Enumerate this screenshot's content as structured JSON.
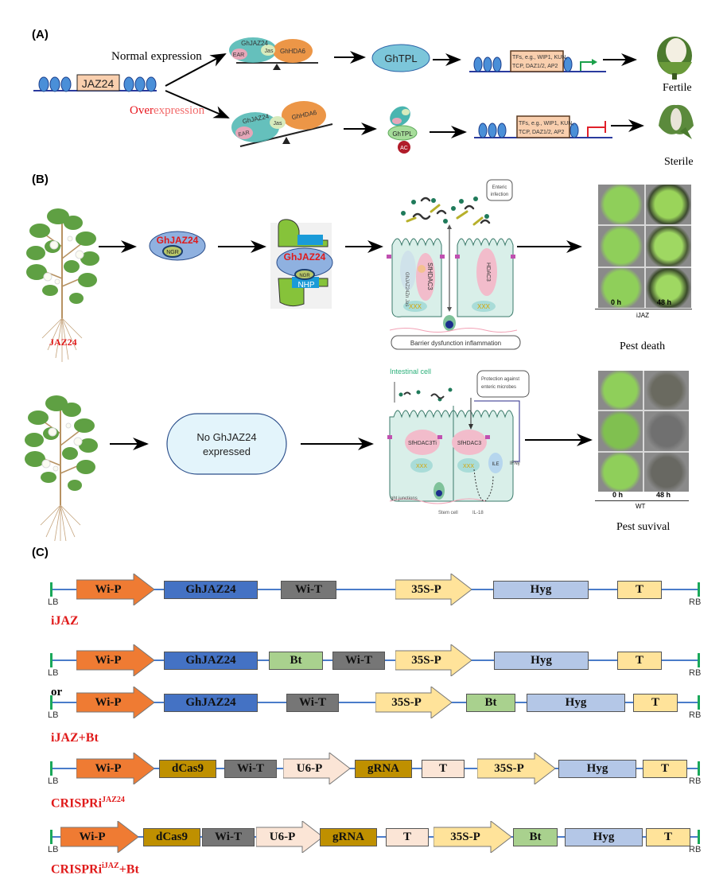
{
  "panels": {
    "A": {
      "label": "(A)",
      "gene_label": "JAZ24",
      "normal_path_label": "Normal expression",
      "over_path_prefix": "Over",
      "over_path_suffix": "expression",
      "complex_protein": "GhJAZ24",
      "complex_ear": "EAR",
      "complex_jas": "Jas",
      "complex_hda": "GhHDA6",
      "tpl_label": "GhTPL",
      "ac_label": "AC",
      "tf_box_line1": "TFs, e.g., WIP1, KUN,",
      "tf_box_line2": "TCP, DAZ1/2, AP2",
      "outcome_top": "Fertile",
      "outcome_bottom": "Sterile"
    },
    "B": {
      "label": "(B)",
      "plant_label": "JAZ24",
      "protein_label": "GhJAZ24",
      "ngr_label": "NGR",
      "nhp_label": "NHP",
      "enteric_infection": "Enteric infection",
      "cell_label_left": "GhJAZ24Zn Jas",
      "cell_label_sfhdac": "SfHDAC3",
      "cell_label_right": "HDAC3",
      "barrier_label": "Barrier dysfunction inflammation",
      "no_expression_line1": "No GhJAZ24",
      "no_expression_line2": "expressed",
      "intestinal_cell": "Intestinal cell",
      "protection_line1": "Protection against",
      "protection_line2": "enteric microbes",
      "sfhdac3ti": "SfHDAC3Ti",
      "sfhdac3": "SfHDAC3",
      "ile": "ILE",
      "ifn": "IFNγ",
      "tight_junctions": "ght junctions",
      "stem_cell": "Stem cell",
      "il18": "IL-18",
      "photo_top": {
        "col1": "0 h",
        "col2": "48 h",
        "group": "iJAZ",
        "caption": "Pest death"
      },
      "photo_bottom": {
        "col1": "0 h",
        "col2": "48 h",
        "group": "WT",
        "caption": "Pest suvival"
      }
    },
    "C": {
      "label": "(C)",
      "lb": "LB",
      "rb": "RB",
      "or_label": "or",
      "constructs": [
        {
          "name": "iJAZ",
          "sup": "",
          "suffix": ""
        },
        {
          "name": "iJAZ+Bt",
          "sup": "",
          "suffix": ""
        },
        {
          "name": "CRISPRi",
          "sup": "JAZ24",
          "suffix": ""
        },
        {
          "name": "CRISPRi",
          "sup": "iJAZ",
          "suffix": "+Bt"
        }
      ],
      "rows": [
        [
          "Wi-P",
          "GhJAZ24",
          "Wi-T",
          "35S-P",
          "Hyg",
          "T"
        ],
        [
          "Wi-P",
          "GhJAZ24",
          "Bt",
          "Wi-T",
          "35S-P",
          "Hyg",
          "T"
        ],
        [
          "Wi-P",
          "GhJAZ24",
          "Wi-T",
          "35S-P",
          "Bt",
          "Hyg",
          "T"
        ],
        [
          "Wi-P",
          "dCas9",
          "Wi-T",
          "U6-P",
          "gRNA",
          "T",
          "35S-P",
          "Hyg",
          "T"
        ],
        [
          "Wi-P",
          "dCas9",
          "Wi-T",
          "U6-P",
          "gRNA",
          "T",
          "35S-P",
          "Bt",
          "Hyg",
          "T"
        ]
      ]
    }
  },
  "colors": {
    "wip": "#ef7b33",
    "ghjaz": "#4472c4",
    "wit": "#767676",
    "p35s": "#ffe39a",
    "hyg": "#b4c7e7",
    "t": "#ffe39a",
    "bt": "#a9d18e",
    "dcas9": "#bf9000",
    "u6p": "#fbe5d6",
    "grna": "#bf9000",
    "t2": "#fbe5d6",
    "backbone": "#4a7cc9",
    "border": "#1aa85a"
  }
}
